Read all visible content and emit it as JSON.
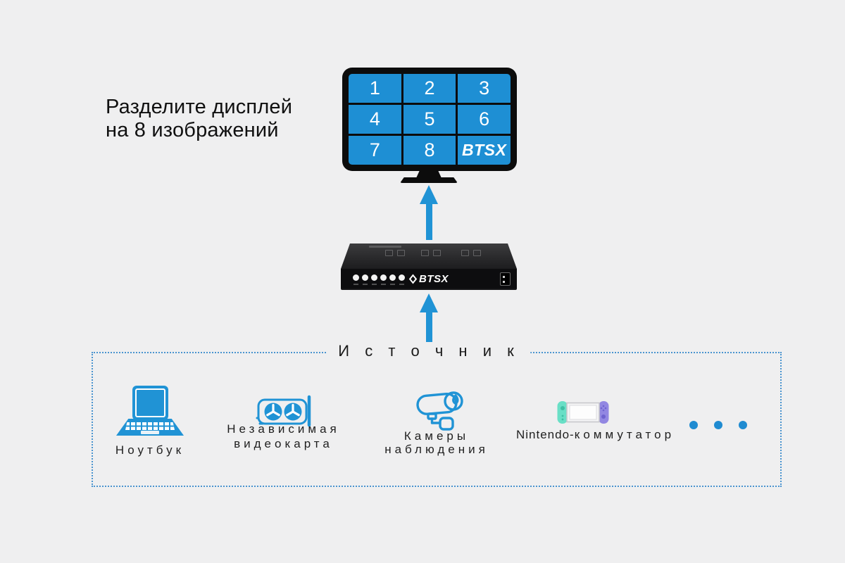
{
  "headline": {
    "line1": "Разделите дисплей",
    "line2": "на 8 изображений"
  },
  "monitor": {
    "cells": [
      "1",
      "2",
      "3",
      "4",
      "5",
      "6",
      "7",
      "8",
      "BTSX"
    ]
  },
  "device": {
    "brand": "BTSX",
    "button_count": 6
  },
  "source": {
    "title": "И с т о ч н и к",
    "items": [
      {
        "id": "laptop",
        "icon": "laptop-icon",
        "label1": "Ноутбук",
        "label2": ""
      },
      {
        "id": "gpu",
        "icon": "graphics-card-icon",
        "label1": "Независимая",
        "label2": "видеокарта"
      },
      {
        "id": "camera",
        "icon": "cctv-camera-icon",
        "label1": "Камеры",
        "label2": "наблюдения"
      },
      {
        "id": "switch",
        "icon": "nintendo-switch-icon",
        "prefix": "Nintendo-",
        "name": "коммутатор"
      }
    ],
    "ellipsis": "more-sources-dots"
  },
  "colors": {
    "bg": "#efeff0",
    "accent": "#2093d5",
    "screen": "#1e8fd4",
    "dash": "#4a94cf",
    "joyL": "#69dfc6",
    "joyR": "#9287e2"
  },
  "icons": [
    "up-arrow",
    "up-arrow",
    "laptop-icon",
    "graphics-card-icon",
    "cctv-camera-icon",
    "nintendo-switch-icon",
    "more-sources-dots",
    "btsx-diamond-icon"
  ]
}
